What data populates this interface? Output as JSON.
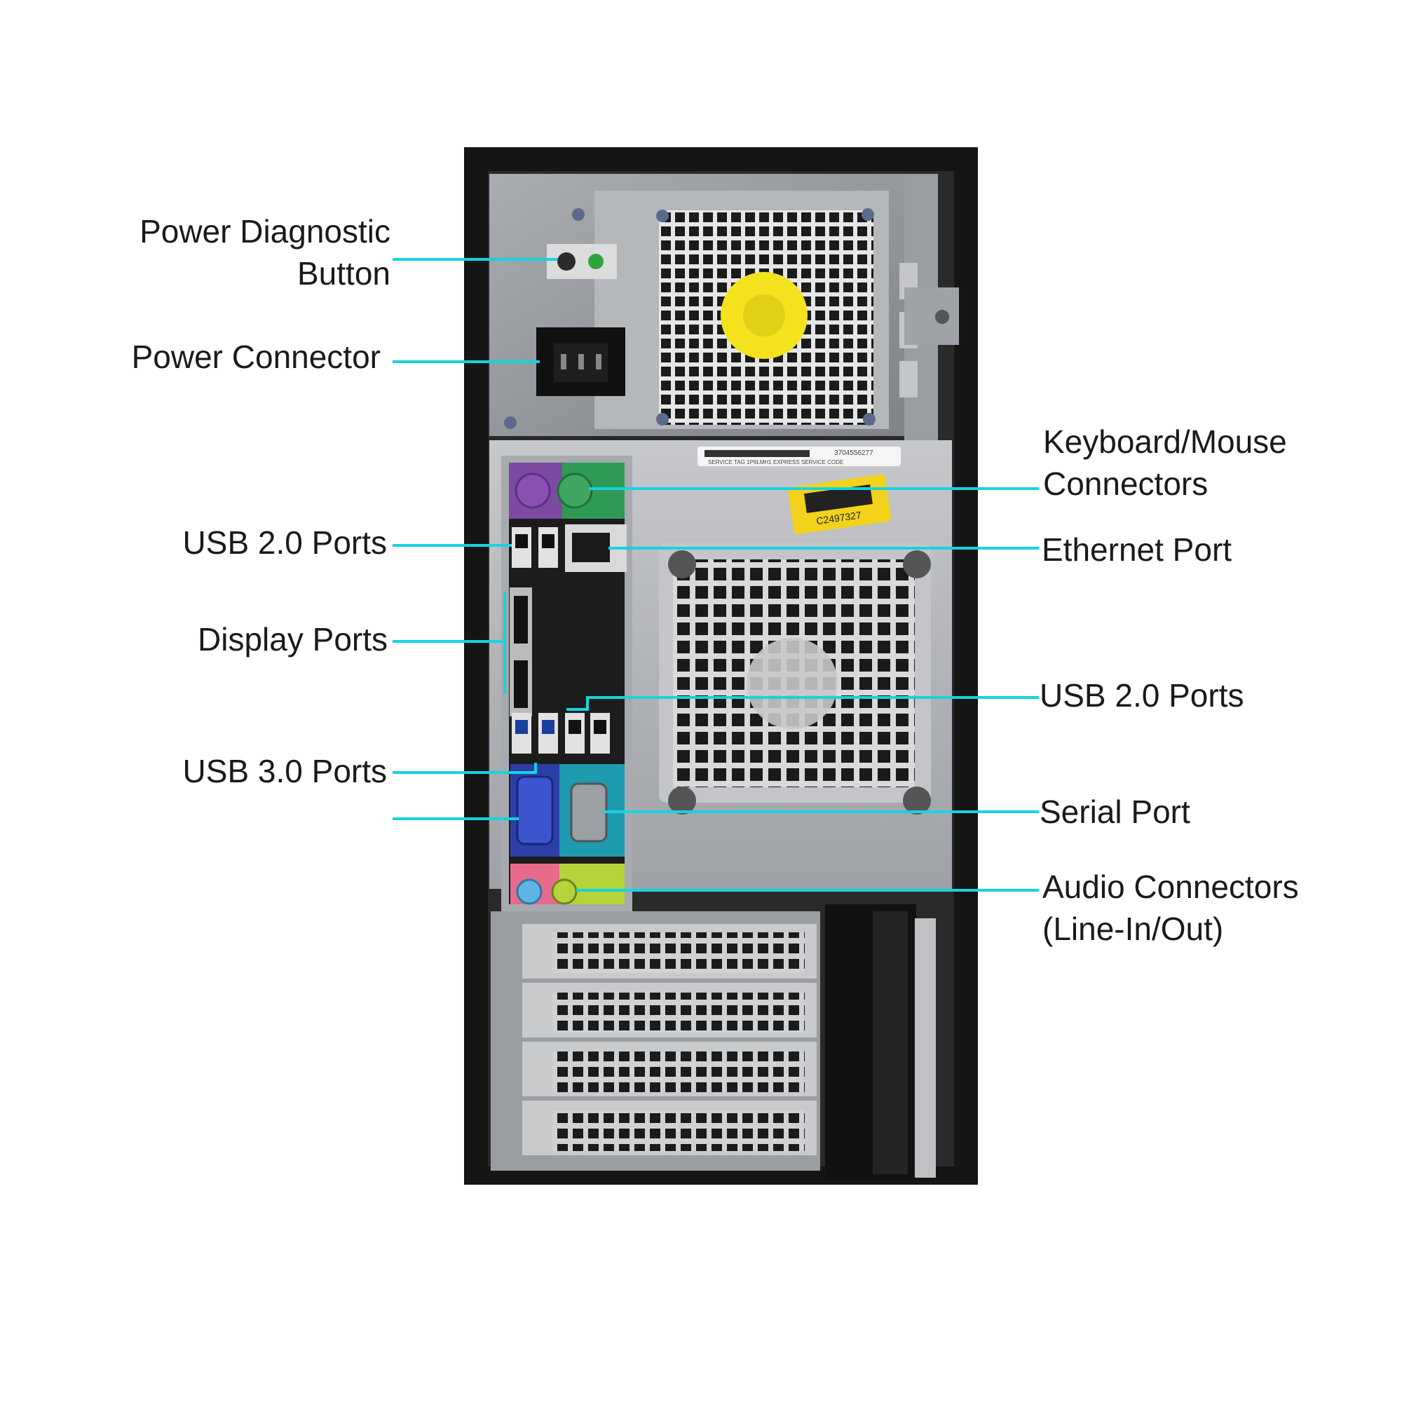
{
  "colors": {
    "callout_line": "#16d3e0",
    "case_black": "#151515",
    "panel_gray": "#8f9296",
    "ps2_purple": "#8a4fb5",
    "ps2_green": "#3fa560",
    "vga_blue": "#2c3ea8",
    "serial_teal": "#1f9bb0",
    "audio_blue": "#5fb4e6",
    "audio_green": "#b7d33a",
    "label_yellow": "#f2d21b"
  },
  "labels": {
    "power_diagnostic": [
      "Power Diagnostic",
      "Button"
    ],
    "power_connector": "Power Connector",
    "usb20_left": "USB 2.0 Ports",
    "display_ports": "Display Ports",
    "usb30": "USB 3.0 Ports",
    "keyboard_mouse": [
      "Keyboard/Mouse",
      "Connectors"
    ],
    "ethernet": "Ethernet Port",
    "usb20_right": "USB 2.0 Ports",
    "serial": "Serial Port",
    "audio": [
      "Audio Connectors",
      "(Line-In/Out)"
    ]
  },
  "stickers": {
    "barcode_number": "C2497327",
    "service_tag_number": "3704556277",
    "service_tag_line": "SERVICE TAG 1P9LMH1 EXPRESS SERVICE CODE"
  }
}
